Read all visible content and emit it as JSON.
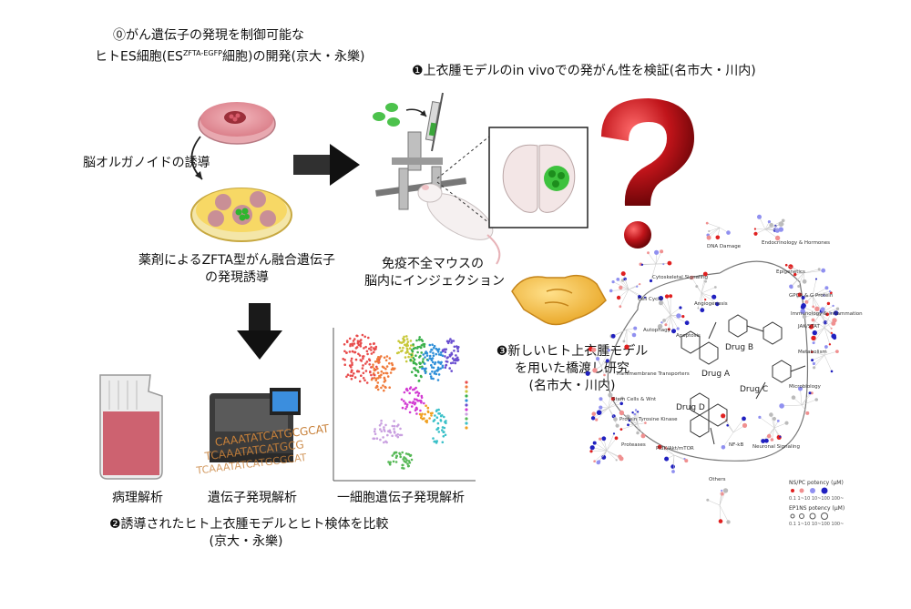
{
  "step0": {
    "line1": "⓪がん遺伝子の発現を制御可能な",
    "line2_pre": "ヒトES細胞(ES",
    "line2_sup": "ZFTA-EGFP",
    "line2_post": "細胞)の開発(京大・永樂)"
  },
  "organoid_label": "脳オルガノイドの誘導",
  "drug_induction": {
    "line1": "薬剤によるZFTA型がん融合遺伝子",
    "line2": "の発現誘導"
  },
  "step1": {
    "title": "❶上衣腫モデルのin vivoでの発がん性を検証(名市大・川内)"
  },
  "mouse_label": {
    "line1": "免疫不全マウスの",
    "line2": "脳内にインジェクション"
  },
  "step3": {
    "line1": "❸新しいヒト上衣腫モデル",
    "line2": "を用いた橋渡し研究",
    "line3": "(名市大・川内)"
  },
  "analysis": {
    "pathology": "病理解析",
    "gene_expression": "遺伝子発現解析",
    "single_cell": "一細胞遺伝子発現解析"
  },
  "dna_text": {
    "line1": "CAAATATCATGCGCAT",
    "line2": "TCAAATATCATGCG",
    "line3": "TCAAATATCATGCGCAT"
  },
  "step2": {
    "line1": "❷誘導されたヒト上衣腫モデルとヒト検体を比較",
    "line2": "(京大・永樂)"
  },
  "network": {
    "categories": [
      "DNA Damage",
      "Endocrinology & Hormones",
      "Epigenetics",
      "Cytoskeletal Signaling",
      "GPCR & G Protein",
      "Immunology & Inflammation",
      "JAK/STAT",
      "Cell Cycle",
      "Angiogenesis",
      "Autophagy",
      "Apoptosis",
      "Metabolism",
      "Neuronal Signaling",
      "Transmembrane Transporters",
      "Stem Cells & Wnt",
      "Protein Tyrosine Kinase",
      "Proteases",
      "PI3K/Akt/mTOR",
      "NF-kB",
      "Others",
      "Microbiology"
    ],
    "drugs": [
      "Drug A",
      "Drug B",
      "Drug C",
      "Drug D"
    ],
    "legend": {
      "title1": "NS/PC potency (µM)",
      "ticks1": "0.1   1~10   10~100   100~",
      "title2": "EP1NS potency (µM)",
      "ticks2": "0.1   1~10   10~100   100~"
    }
  },
  "colors": {
    "dish_pink": "#e0919b",
    "organoid_green": "#2fb52f",
    "question_red": "#c0141a",
    "dna_orange": "#c8813a"
  },
  "icons": [
    "petri-dish-icon",
    "arrow-right-icon",
    "arrow-down-icon",
    "syringe-icon",
    "mouse-icon",
    "brain-section-icon",
    "question-mark-icon",
    "handshake-icon",
    "pathology-bottle-icon",
    "sequencer-icon",
    "umap-plot-icon",
    "network-diagram-icon"
  ]
}
